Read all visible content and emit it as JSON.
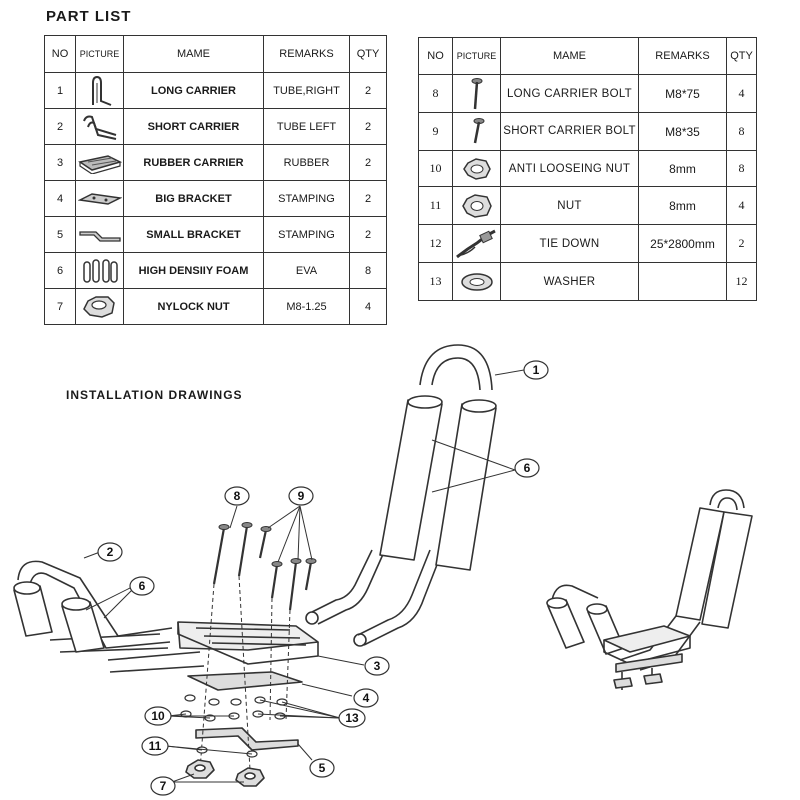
{
  "part_list_title": "PART LIST",
  "installation_title": "INSTALLATION DRAWINGS",
  "table_headers": {
    "no": "NO",
    "picture": "PICTURE",
    "name": "MAME",
    "remarks": "REMARKS",
    "qty": "QTY"
  },
  "parts_left": [
    {
      "no": "1",
      "name": "LONG CARRIER",
      "remarks": "TUBE,RIGHT",
      "qty": "2",
      "icon": "long-carrier-icon"
    },
    {
      "no": "2",
      "name": "SHORT CARRIER",
      "remarks": "TUBE LEFT",
      "qty": "2",
      "icon": "short-carrier-icon"
    },
    {
      "no": "3",
      "name": "RUBBER CARRIER",
      "remarks": "RUBBER",
      "qty": "2",
      "icon": "rubber-carrier-icon"
    },
    {
      "no": "4",
      "name": "BIG BRACKET",
      "remarks": "STAMPING",
      "qty": "2",
      "icon": "big-bracket-icon"
    },
    {
      "no": "5",
      "name": "SMALL BRACKET",
      "remarks": "STAMPING",
      "qty": "2",
      "icon": "small-bracket-icon"
    },
    {
      "no": "6",
      "name": "HIGH DENSIIY FOAM",
      "remarks": "EVA",
      "qty": "8",
      "icon": "foam-icon"
    },
    {
      "no": "7",
      "name": "NYLOCK NUT",
      "remarks": "M8-1.25",
      "qty": "4",
      "icon": "nylock-nut-icon"
    }
  ],
  "parts_right": [
    {
      "no": "8",
      "name": "LONG CARRIER BOLT",
      "remarks": "M8*75",
      "qty": "4",
      "icon": "long-bolt-icon"
    },
    {
      "no": "9",
      "name": "SHORT CARRIER BOLT",
      "remarks": "M8*35",
      "qty": "8",
      "icon": "short-bolt-icon"
    },
    {
      "no": "10",
      "name": "ANTI LOOSEING NUT",
      "remarks": "8mm",
      "qty": "8",
      "icon": "anti-loosening-nut-icon"
    },
    {
      "no": "11",
      "name": "NUT",
      "remarks": "8mm",
      "qty": "4",
      "icon": "nut-icon"
    },
    {
      "no": "12",
      "name": "TIE DOWN",
      "remarks": "25*2800mm",
      "qty": "2",
      "icon": "tie-down-icon"
    },
    {
      "no": "13",
      "name": "WASHER",
      "remarks": "",
      "qty": "12",
      "icon": "washer-icon"
    }
  ],
  "callouts": [
    "1",
    "2",
    "3",
    "4",
    "5",
    "6",
    "6",
    "7",
    "8",
    "9",
    "10",
    "11",
    "13"
  ]
}
